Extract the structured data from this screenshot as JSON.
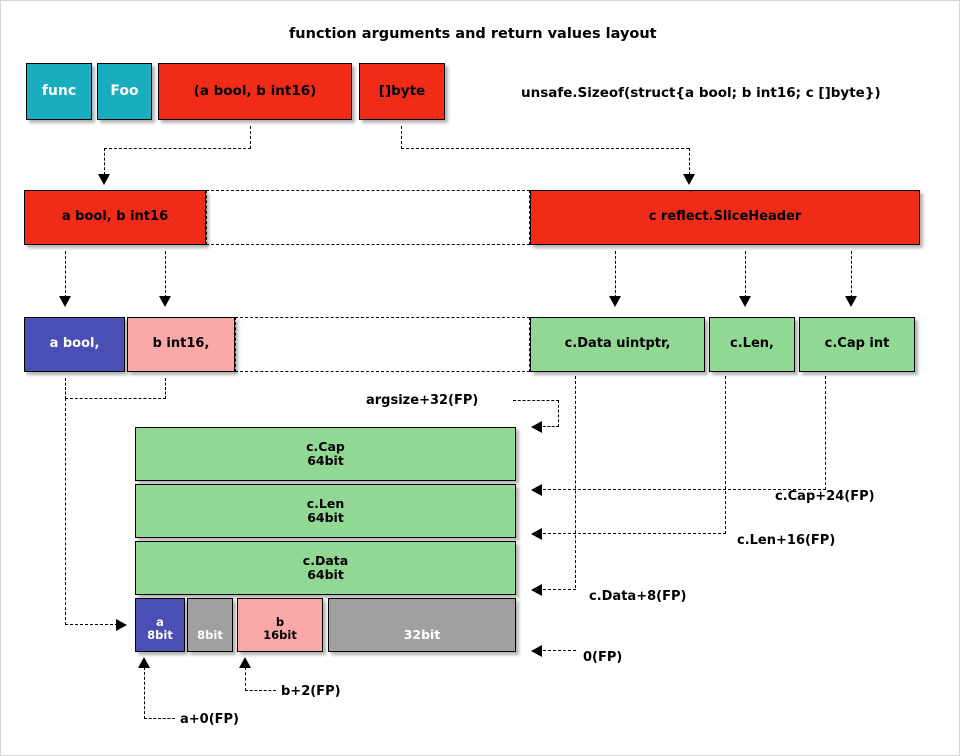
{
  "title": "function arguments and return values layout",
  "sizeof_expr": "unsafe.Sizeof(struct{a bool; b int16; c []byte})",
  "row_signature": {
    "func_keyword": "func",
    "func_name": "Foo",
    "params": "(a bool, b int16)",
    "returns": "[]byte"
  },
  "row_expanded": {
    "args": "a bool, b int16",
    "slice_header": "c reflect.SliceHeader"
  },
  "row_fields": {
    "a": "a bool,",
    "b": "b int16,",
    "data": "c.Data uintptr,",
    "len": "c.Len,",
    "cap": "c.Cap int"
  },
  "memory": {
    "cap": {
      "name": "c.Cap",
      "size": "64bit"
    },
    "len": {
      "name": "c.Len",
      "size": "64bit"
    },
    "data": {
      "name": "c.Data",
      "size": "64bit"
    },
    "a": {
      "name": "a",
      "size": "8bit"
    },
    "pad1": {
      "name": "",
      "size": "8bit"
    },
    "b": {
      "name": "b",
      "size": "16bit"
    },
    "pad2": {
      "name": "",
      "size": "32bit"
    }
  },
  "offsets": {
    "argsize": "argsize+32(FP)",
    "cap": "c.Cap+24(FP)",
    "len": "c.Len+16(FP)",
    "data": "c.Data+8(FP)",
    "zero": "0(FP)",
    "b": "b+2(FP)",
    "a": "a+0(FP)"
  },
  "colors": {
    "teal": "#1aadc0",
    "red": "#f02c18",
    "blue": "#4a4fb5",
    "pink": "#fba8a8",
    "green": "#90d894",
    "gray": "#a0a0a0"
  }
}
